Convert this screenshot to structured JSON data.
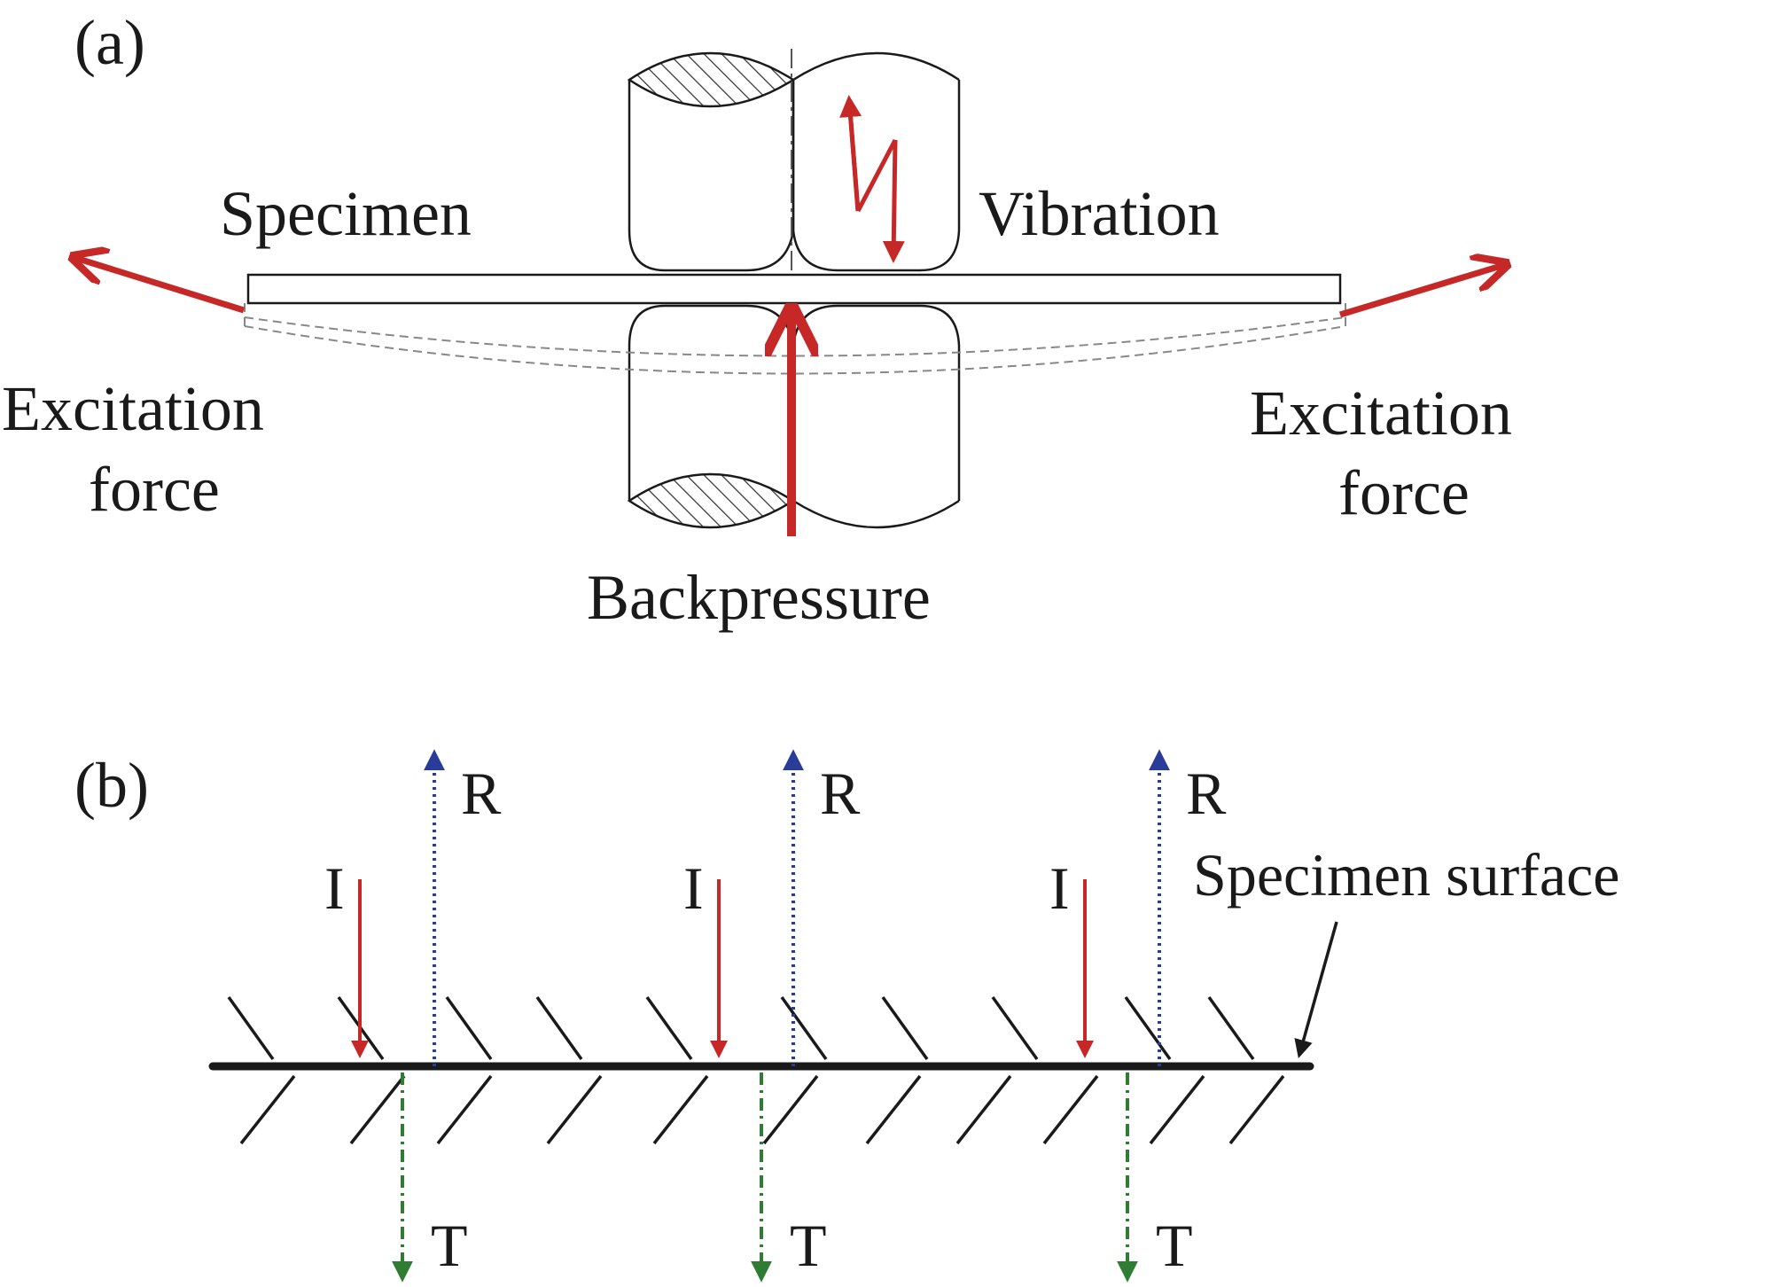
{
  "panel_a": {
    "label": "(a)",
    "specimen": "Specimen",
    "vibration": "Vibration",
    "excitation_left": [
      "Excitation",
      "force"
    ],
    "excitation_right": [
      "Excitation",
      "force"
    ],
    "backpressure": "Backpressure"
  },
  "panel_b": {
    "label": "(b)",
    "reflected": "R",
    "incident": "I",
    "transmitted": "T",
    "surface": "Specimen surface"
  },
  "colors": {
    "force": "#c62828",
    "reflected": "#2a3c9a",
    "transmitted": "#2e7d32",
    "line": "#1a1a1a"
  }
}
